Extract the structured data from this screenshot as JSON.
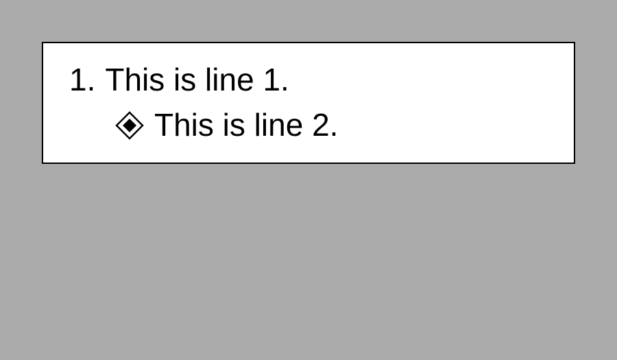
{
  "document": {
    "items": [
      {
        "marker": "1.",
        "text": "This is line 1."
      },
      {
        "marker_icon": "diamond-bullet-icon",
        "text": "This is line 2."
      }
    ]
  },
  "colors": {
    "page_background": "#ababab",
    "box_background": "#ffffff",
    "text": "#000000",
    "border": "#000000"
  }
}
